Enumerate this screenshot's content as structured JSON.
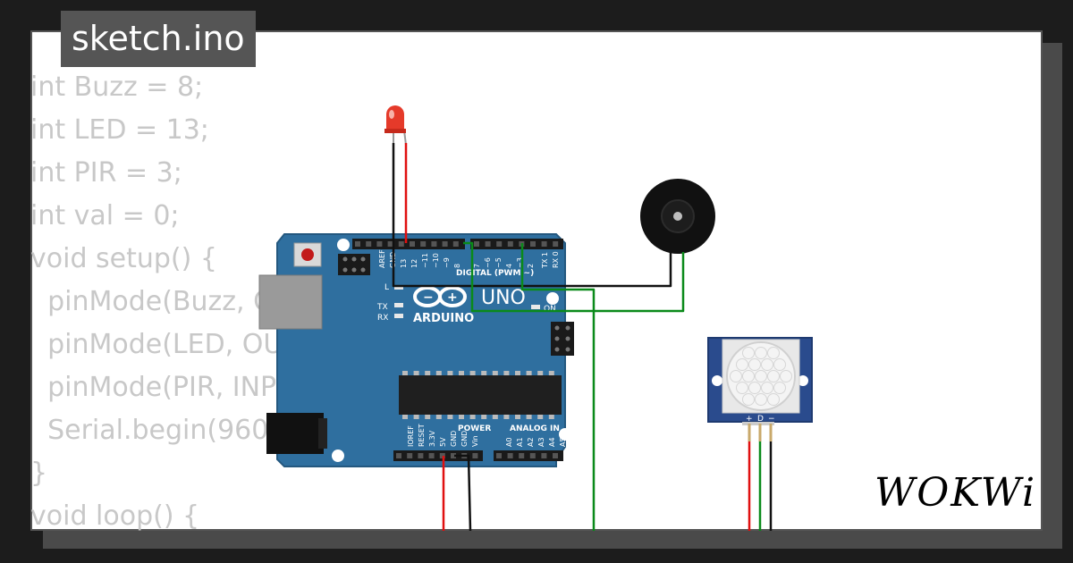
{
  "title": "sketch.ino",
  "code_lines": [
    "int Buzz = 8;",
    "int LED = 13;",
    "int PIR = 3;",
    "int val = 0;",
    "void setup() {",
    "  pinMode(Buzz, OUTPUT);",
    "  pinMode(LED, OUTPUT);",
    "  pinMode(PIR, INPUT);",
    "  Serial.begin(9600);",
    "}",
    "void loop() {"
  ],
  "board": {
    "brand": "ARDUINO",
    "model": "UNO",
    "digital_label": "DIGITAL (PWM ~)",
    "power_label": "POWER",
    "analog_label": "ANALOG IN",
    "on_label": "ON",
    "tx_label": "TX",
    "rx_label": "RX",
    "l_label": "L",
    "top_pins": [
      "AREF",
      "GND",
      "13",
      "12",
      "~11",
      "~10",
      "~9",
      "8",
      "7",
      "~6",
      "~5",
      "4",
      "~3",
      "2",
      "TX 1",
      "RX 0"
    ],
    "bottom_pins": [
      "IOREF",
      "RESET",
      "3.3V",
      "5V",
      "GND",
      "GND",
      "Vin",
      "A0",
      "A1",
      "A2",
      "A3",
      "A4",
      "A5"
    ]
  },
  "pir": {
    "pins": [
      "+",
      "D",
      "−"
    ]
  },
  "logo": "WOKWi",
  "colors": {
    "board": "#2f6f9f",
    "wire_red": "#e01010",
    "wire_green": "#0a8a1a",
    "wire_black": "#111111"
  }
}
